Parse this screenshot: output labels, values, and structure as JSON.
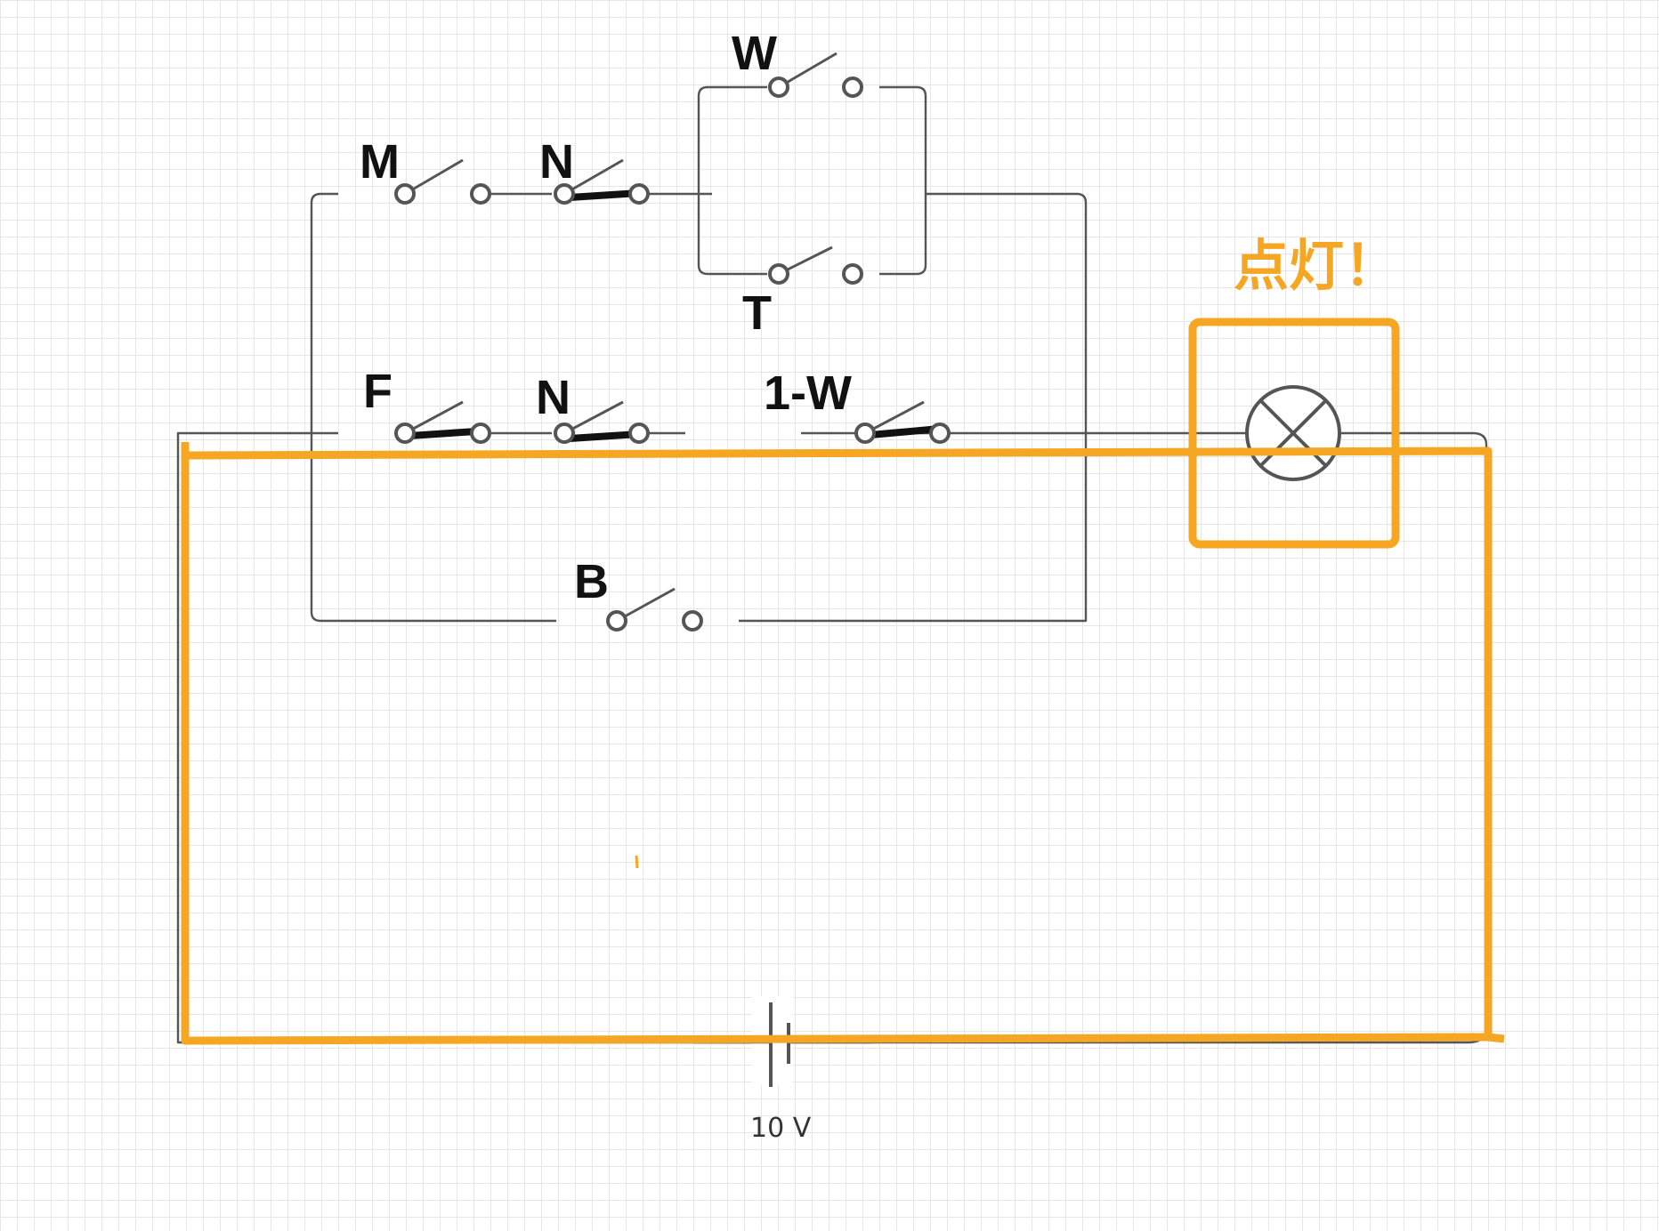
{
  "diagram": {
    "switch_labels": {
      "M": "M",
      "N_top": "N",
      "W": "W",
      "T": "T",
      "F": "F",
      "N_mid": "N",
      "one_minus_W": "1-W",
      "B": "B"
    },
    "switch_states": {
      "M": "open",
      "N_top": "closed",
      "W": "open",
      "T": "open",
      "F": "closed",
      "N_mid": "closed",
      "one_minus_W": "closed",
      "B": "open"
    },
    "battery_label": "10 V",
    "lamp": "lamp-symbol",
    "annotation_text": "点灯！"
  },
  "colors": {
    "wire": "#555555",
    "closed_switch_bar": "#111111",
    "highlight": "#F5A623",
    "grid": "#e6e6e6",
    "background": "#ffffff"
  }
}
